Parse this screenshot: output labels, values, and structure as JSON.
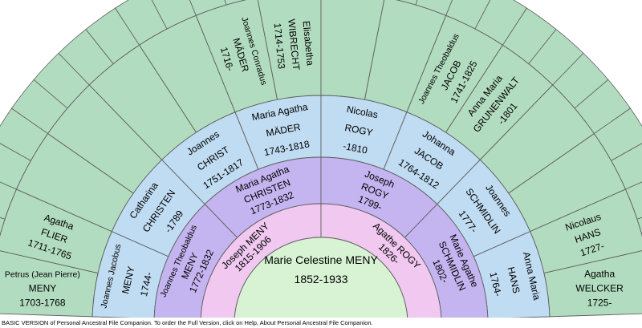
{
  "chart_data": {
    "type": "fan-chart",
    "colors": {
      "gen0": "#d8f3d4",
      "gen1": "#f0c8f0",
      "gen2": "#c4b5f0",
      "gen3": "#c0dcf2",
      "gen4": "#b2dcc0",
      "outer": "#b2dcc0",
      "stroke": "#5f5f5f"
    },
    "people": [
      {
        "id": "root",
        "gen": 0,
        "pos": 0,
        "lines": [
          "Marie Celestine MENY",
          "1852-1933"
        ]
      },
      {
        "id": "father",
        "gen": 1,
        "pos": 0,
        "lines": [
          "Joseph MENY",
          "1815-1906"
        ]
      },
      {
        "id": "mother",
        "gen": 1,
        "pos": 1,
        "lines": [
          "Agathe ROGY",
          "1826-"
        ]
      },
      {
        "id": "ff",
        "gen": 2,
        "pos": 0,
        "lines": [
          "Joannes Theobaldus",
          "MENY",
          "1772-1832"
        ]
      },
      {
        "id": "fm",
        "gen": 2,
        "pos": 1,
        "lines": [
          "Maria Agatha",
          "CHRISTEN",
          "1773-1832"
        ]
      },
      {
        "id": "mf",
        "gen": 2,
        "pos": 2,
        "lines": [
          "Joseph",
          "ROGY",
          "1799-"
        ]
      },
      {
        "id": "mm",
        "gen": 2,
        "pos": 3,
        "lines": [
          "Marie Agathe",
          "SCHMIDLIN",
          "1802-"
        ]
      },
      {
        "id": "fff",
        "gen": 3,
        "pos": 0,
        "lines": [
          "Joannes Jacobus",
          "MENY",
          "1744-"
        ]
      },
      {
        "id": "ffm",
        "gen": 3,
        "pos": 1,
        "lines": [
          "Catharina",
          "CHRISTEN",
          "-1789"
        ]
      },
      {
        "id": "fmf",
        "gen": 3,
        "pos": 2,
        "lines": [
          "Joannes",
          "CHRIST",
          "1751-1817"
        ]
      },
      {
        "id": "fmm",
        "gen": 3,
        "pos": 3,
        "lines": [
          "Maria Agatha",
          "MÄDER",
          "1743-1818"
        ]
      },
      {
        "id": "mff",
        "gen": 3,
        "pos": 4,
        "lines": [
          "Nicolas",
          "ROGY",
          "-1810"
        ]
      },
      {
        "id": "mfm",
        "gen": 3,
        "pos": 5,
        "lines": [
          "Johanna",
          "JACOB",
          "1764-1812"
        ]
      },
      {
        "id": "mmf",
        "gen": 3,
        "pos": 6,
        "lines": [
          "Joannes",
          "SCHMIDLIN",
          "1777-"
        ]
      },
      {
        "id": "mmm",
        "gen": 3,
        "pos": 7,
        "lines": [
          "Anna Maria",
          "HANS",
          "1764-"
        ]
      },
      {
        "id": "g4_0",
        "gen": 4,
        "pos": 0,
        "lines": [
          "Petrus (Jean Pierre)",
          "MENY",
          "1703-1768"
        ]
      },
      {
        "id": "g4_1",
        "gen": 4,
        "pos": 1,
        "lines": [
          "Agatha",
          "FLIER",
          "1711-1765"
        ]
      },
      {
        "id": "g4_6",
        "gen": 4,
        "pos": 6,
        "lines": [
          "Joannes Conradus",
          "MÄDER",
          "1716-"
        ]
      },
      {
        "id": "g4_7",
        "gen": 4,
        "pos": 7,
        "lines": [
          "Elisabetha",
          "WIBRECHT",
          "1714-1753"
        ]
      },
      {
        "id": "g4_10",
        "gen": 4,
        "pos": 10,
        "lines": [
          "Joannes Theobaldus",
          "JACOB",
          "1741-1825"
        ]
      },
      {
        "id": "g4_11",
        "gen": 4,
        "pos": 11,
        "lines": [
          "Anna Maria",
          "GRUNENWALT",
          "-1801"
        ]
      },
      {
        "id": "g4_14",
        "gen": 4,
        "pos": 14,
        "lines": [
          "Nicolaus",
          "HANS",
          "1727-"
        ]
      },
      {
        "id": "g4_15",
        "gen": 4,
        "pos": 15,
        "lines": [
          "Agatha",
          "WELCKER",
          "1725-"
        ]
      }
    ]
  },
  "footer": "BASIC VERSION of Personal Ancestral File Companion. To order the Full Version, click on Help, About Personal Ancestral File Companion."
}
